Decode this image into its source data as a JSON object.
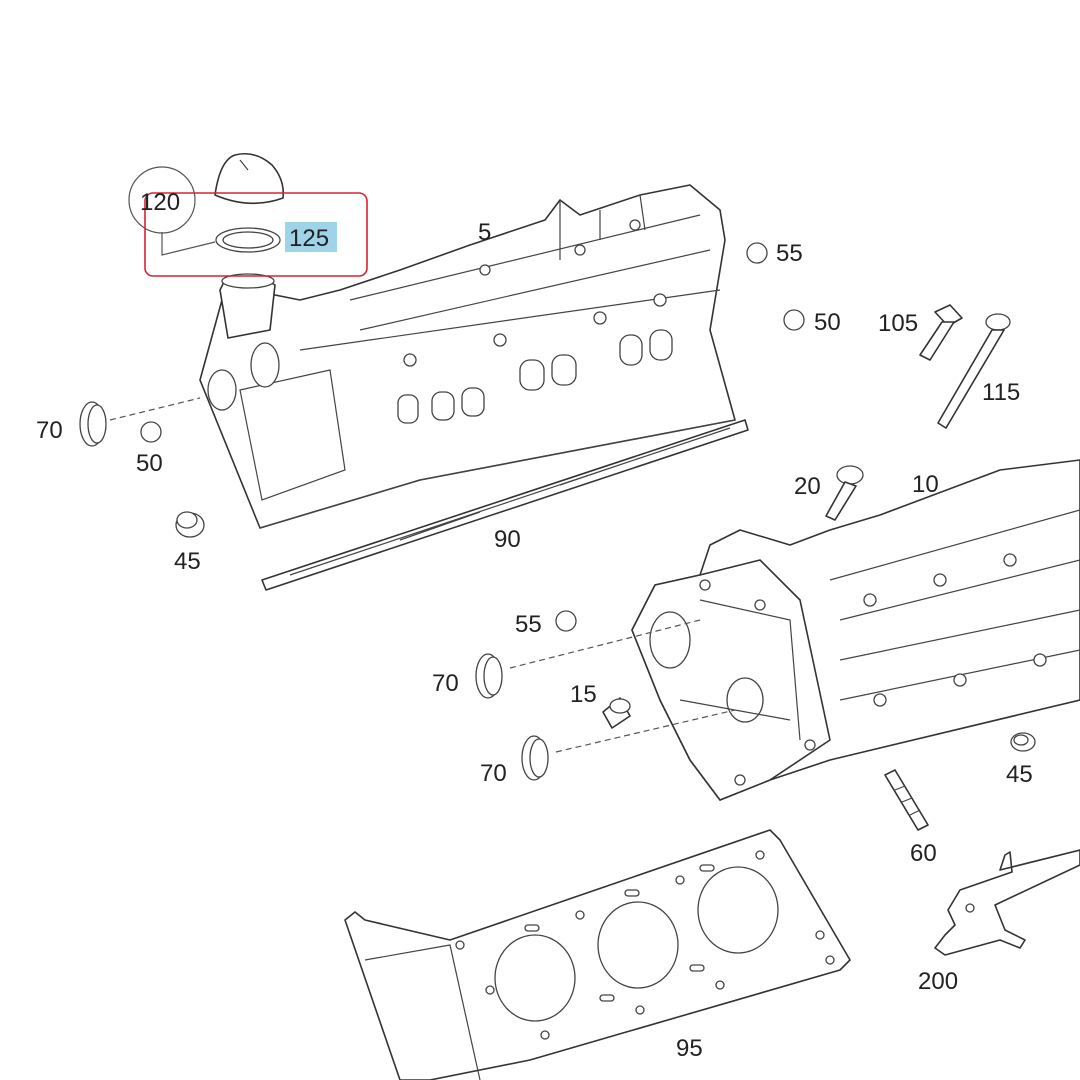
{
  "diagram": {
    "labels": {
      "l120": "120",
      "l125": "125",
      "l5": "5",
      "l55a": "55",
      "l50a": "50",
      "l105": "105",
      "l115": "115",
      "l70a": "70",
      "l50b": "50",
      "l45a": "45",
      "l90": "90",
      "l20": "20",
      "l10": "10",
      "l55b": "55",
      "l70b": "70",
      "l15": "15",
      "l70c": "70",
      "l45b": "45",
      "l60": "60",
      "l200": "200",
      "l95": "95"
    },
    "highlight": {
      "label_bg": "#9fd3e8",
      "box_color": "#d9232e"
    }
  }
}
